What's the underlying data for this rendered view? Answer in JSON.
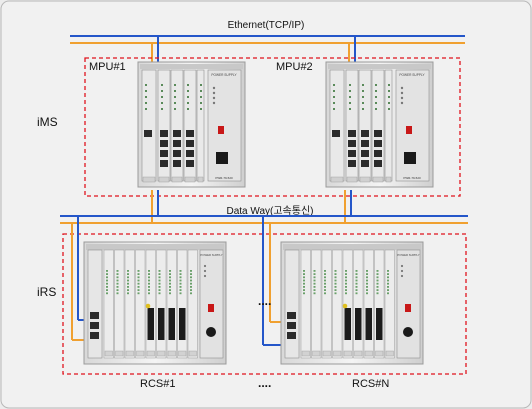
{
  "buses": {
    "ethernet_label": "Ethernet(TCP/IP)",
    "dataway_label": "Data Way(고속통신)"
  },
  "ims": {
    "label": "iMS",
    "mpu1_label": "MPU#1",
    "mpu2_label": "MPU#2",
    "power_label": "POWER SUPPLY",
    "model_label": "PWR-79-520"
  },
  "irs": {
    "label": "iRS",
    "rcs1_label": "RCS#1",
    "rcsn_label": "RCS#N",
    "ellipsis_bottom": "....",
    "ellipsis_mid": "....",
    "power_label": "POWER SUPPLY"
  },
  "colors": {
    "blue_line": "#2456c9",
    "orange_line": "#f0a030",
    "red_dashed": "#e0141e"
  }
}
